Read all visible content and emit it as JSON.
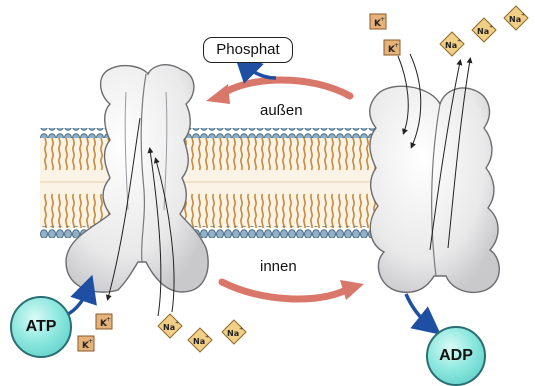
{
  "labels": {
    "phosphat": "Phosphat",
    "aussen": "außen",
    "innen": "innen",
    "atp": "ATP",
    "adp": "ADP"
  },
  "ions": {
    "potassium": "K",
    "sodium": "Na",
    "charge": "+"
  },
  "colors": {
    "flow_arrow": "#d9786a",
    "reaction_arrow": "#1f4fa3",
    "potassium_box": "#e7b27a",
    "sodium_diamond": "#f2cf86",
    "circle_fill": "#6fd8d0",
    "lipid_tail": "#c8893a",
    "lipid_head": "#7b9fb8"
  }
}
